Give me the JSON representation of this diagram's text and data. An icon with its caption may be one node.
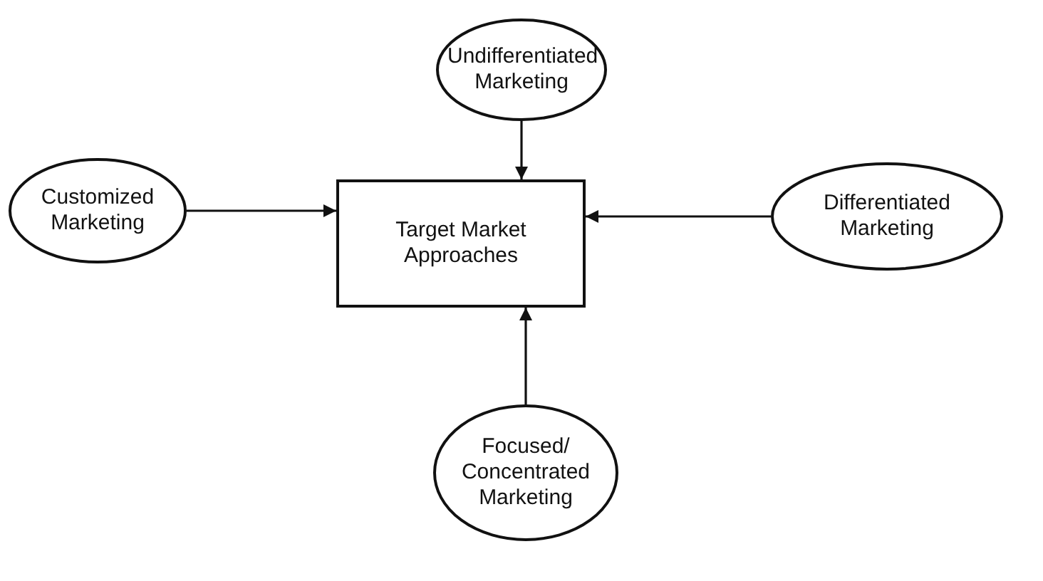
{
  "diagram": {
    "nodes": [
      {
        "text": [
          "Undifferentiated Marketing"
        ]
      },
      {
        "text": [
          "Customized Marketing"
        ]
      },
      {
        "text": [
          "Target Market Approaches"
        ]
      },
      {
        "text": [
          "Differentiated Marketing"
        ]
      },
      {
        "text": [
          "Focused/ Concentrated Marketing"
        ]
      }
    ],
    "edges": [
      {
        "from": 0,
        "to": 2,
        "arrow": "to"
      },
      {
        "from": 1,
        "to": 2,
        "arrow": "to"
      },
      {
        "from": 3,
        "to": 2,
        "arrow": "to"
      },
      {
        "from": 4,
        "to": 2,
        "arrow": "to"
      }
    ]
  }
}
